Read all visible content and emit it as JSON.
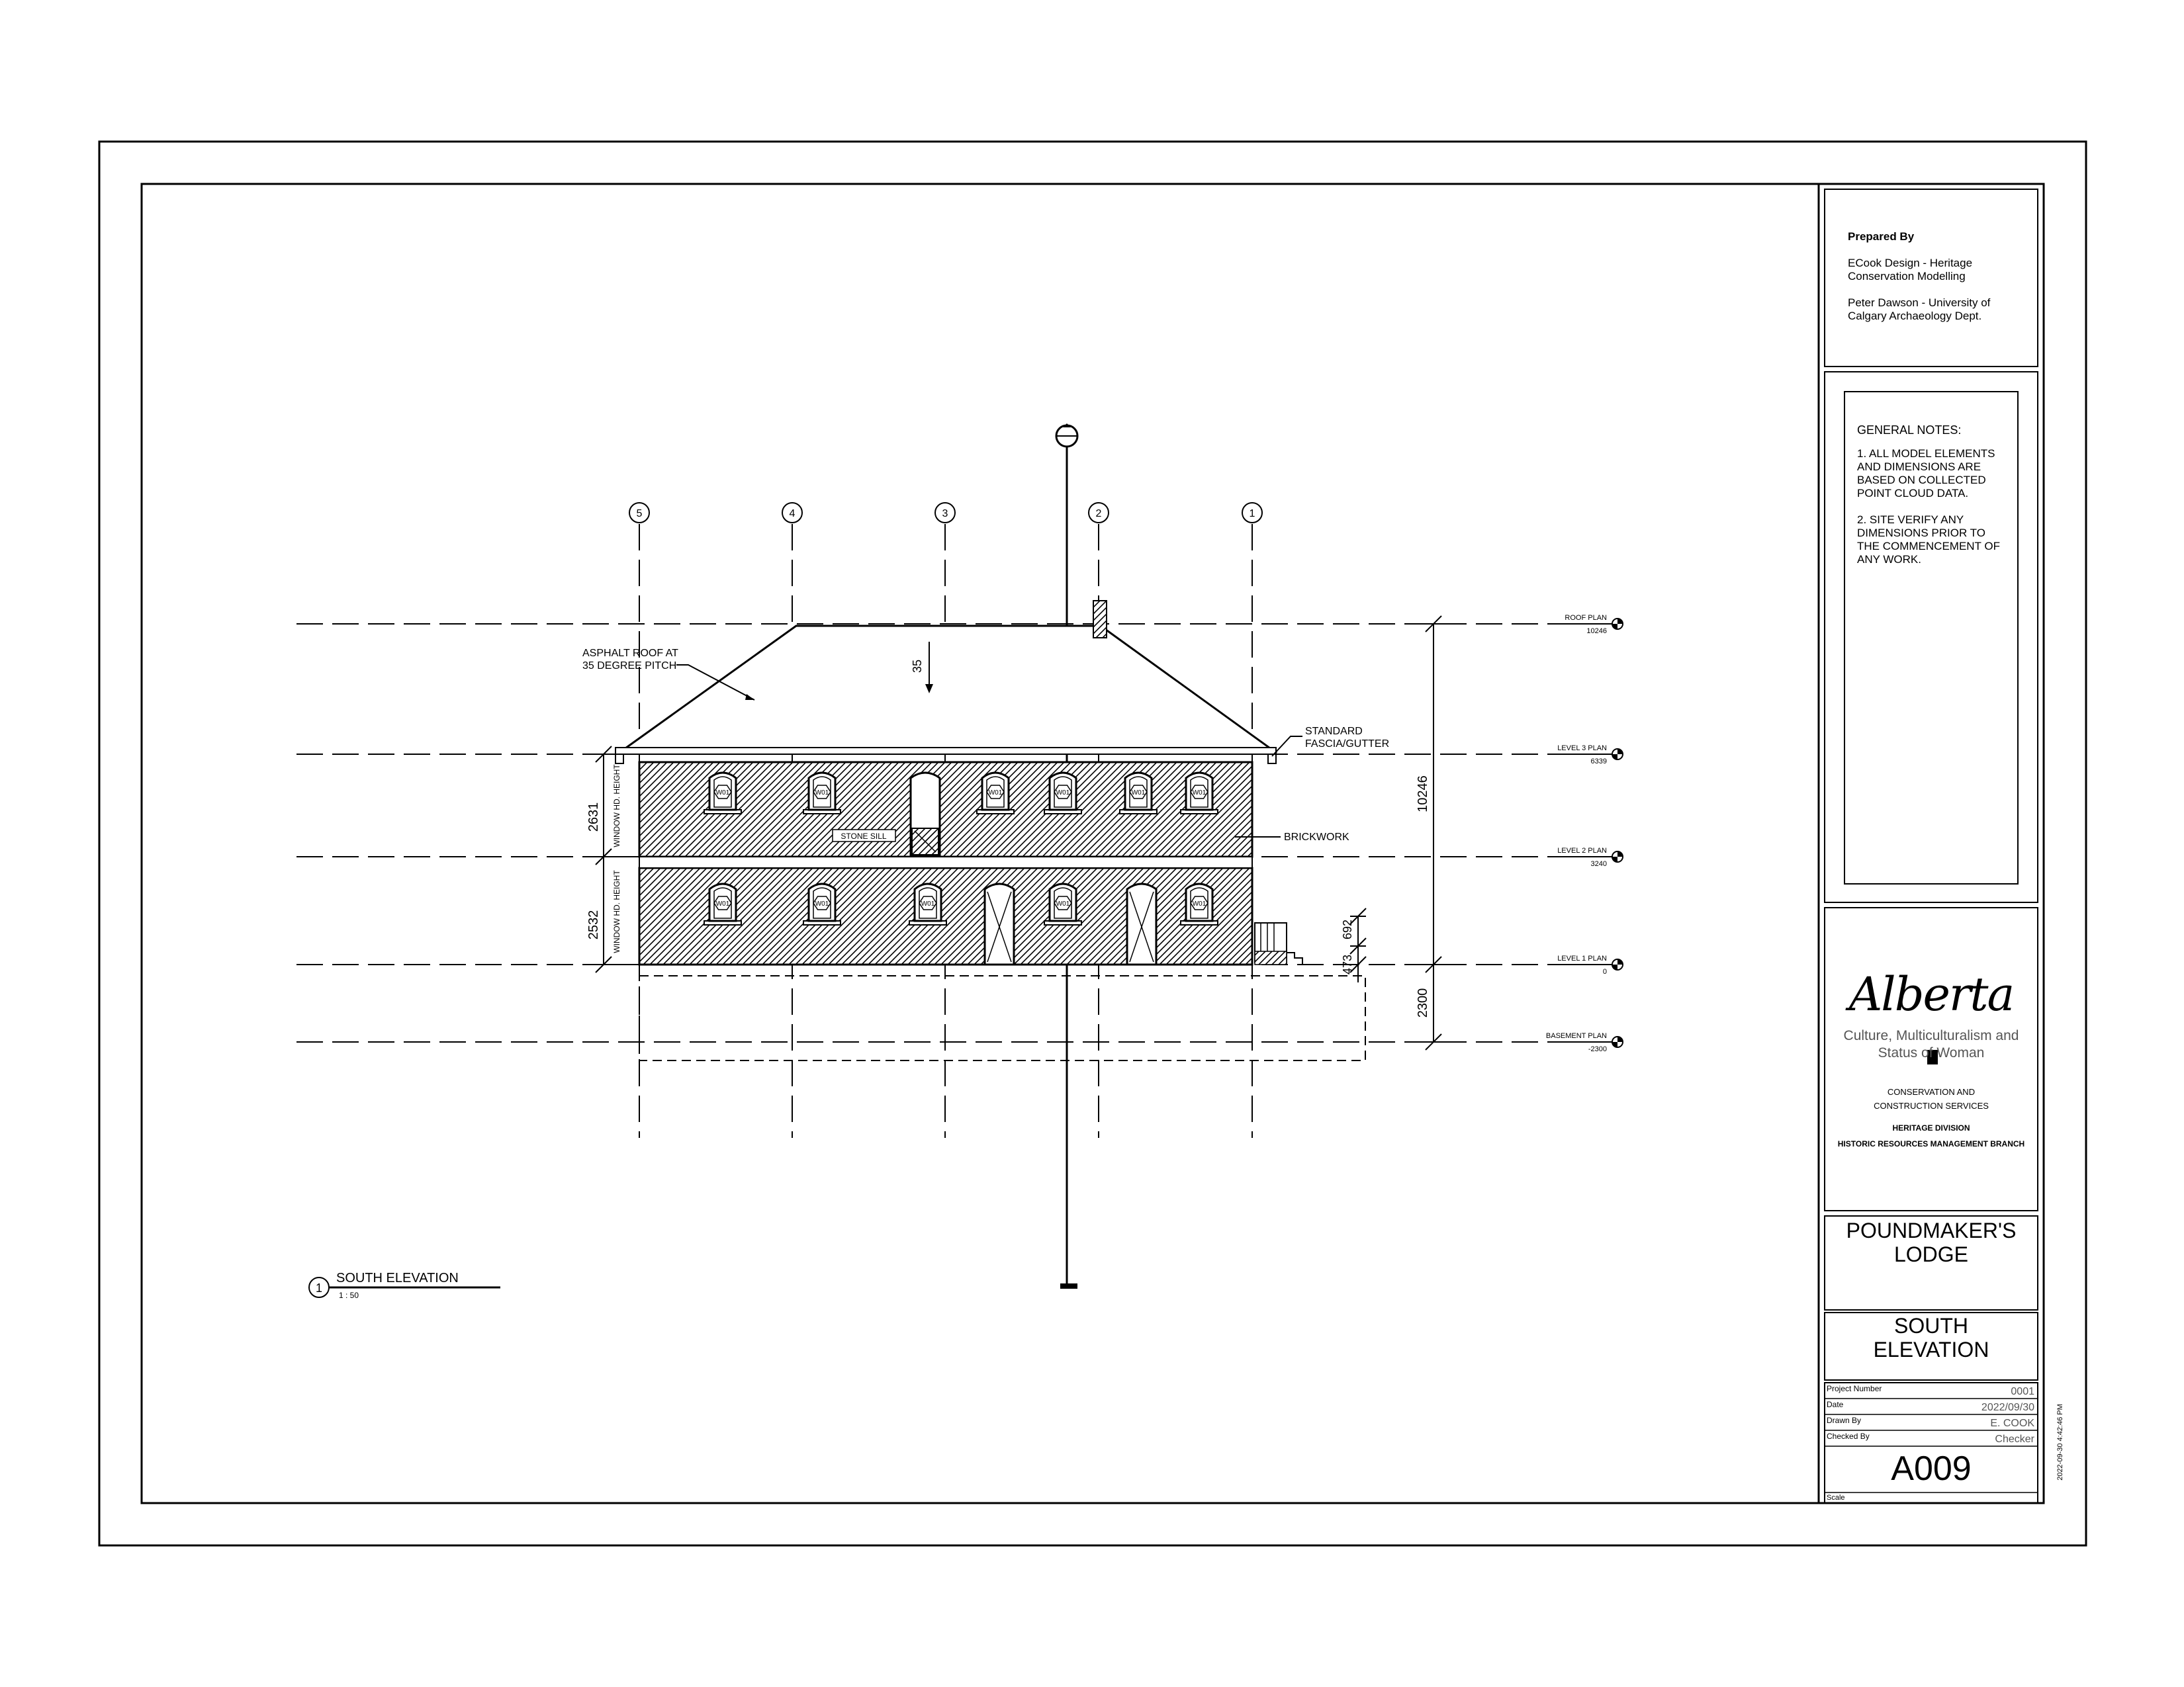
{
  "drawing": {
    "view_title": "SOUTH ELEVATION",
    "view_number": "1",
    "view_scale": "1 : 50",
    "grids": [
      "5",
      "4",
      "3",
      "2",
      "1"
    ],
    "levels": [
      {
        "name": "ROOF PLAN",
        "elevation": "10246"
      },
      {
        "name": "LEVEL 3 PLAN",
        "elevation": "6339"
      },
      {
        "name": "LEVEL 2 PLAN",
        "elevation": "3240"
      },
      {
        "name": "LEVEL 1 PLAN",
        "elevation": "0"
      },
      {
        "name": "BASEMENT PLAN",
        "elevation": "-2300"
      }
    ],
    "annotations": {
      "roof_line1": "ASPHALT ROOF AT",
      "roof_line2": "35 DEGREE PITCH",
      "pitch": "35",
      "fascia_line1": "STANDARD",
      "fascia_line2": "FASCIA/GUTTER",
      "brickwork": "BRICKWORK",
      "stone_sill": "STONE SILL"
    },
    "dimensions": {
      "overall": "10246",
      "basement": "2300",
      "upper_window": "2631",
      "lower_window": "2532",
      "window_hd_label": "WINDOW HD. HEIGHT",
      "step_upper": "692",
      "step_lower": "473"
    },
    "window_tag": "W01"
  },
  "title_block": {
    "prepared_by_label": "Prepared By",
    "firm_line1": "ECook Design - Heritage",
    "firm_line2": "Conservation Modelling",
    "person_line1": "Peter Dawson - University of",
    "person_line2": "Calgary Archaeology Dept.",
    "notes_title": "GENERAL NOTES:",
    "note1_lines": [
      "1. ALL MODEL ELEMENTS",
      "AND DIMENSIONS ARE",
      "BASED ON COLLECTED",
      "POINT CLOUD DATA."
    ],
    "note2_lines": [
      "2. SITE VERIFY ANY",
      "DIMENSIONS PRIOR TO",
      "THE COMMENCEMENT OF",
      "ANY WORK."
    ],
    "logo_text": "Alberta",
    "ministry_line1": "Culture, Multiculturalism and",
    "ministry_line2": "Status of Woman",
    "service_line1": "CONSERVATION AND",
    "service_line2": "CONSTRUCTION SERVICES",
    "division": "HERITAGE DIVISION",
    "branch": "HISTORIC RESOURCES MANAGEMENT BRANCH",
    "project_line1": "POUNDMAKER'S",
    "project_line2": "LODGE",
    "sheet_title_line1": "SOUTH",
    "sheet_title_line2": "ELEVATION",
    "project_number_label": "Project Number",
    "project_number": "0001",
    "date_label": "Date",
    "date": "2022/09/30",
    "drawn_by_label": "Drawn By",
    "drawn_by": "E. COOK",
    "checked_by_label": "Checked By",
    "checked_by": "Checker",
    "sheet_number": "A009",
    "scale_label": "Scale",
    "timestamp": "2022-09-30 4:42:46 PM"
  }
}
